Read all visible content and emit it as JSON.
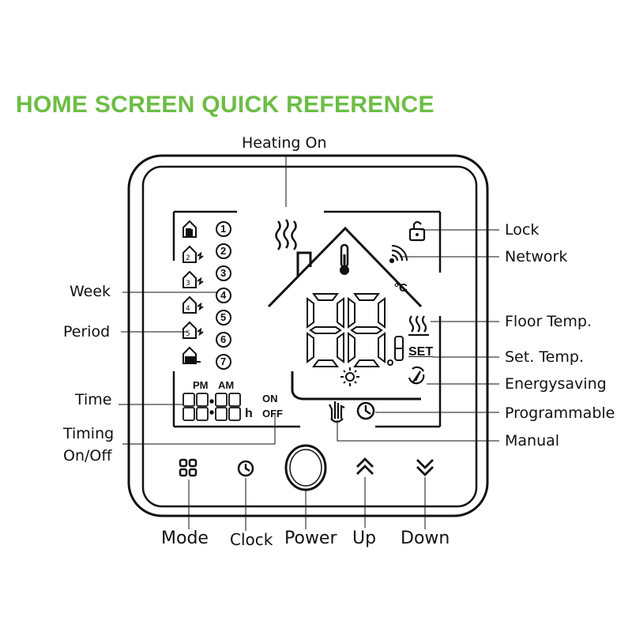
{
  "title": {
    "text": "HOME SCREEN QUICK REFERENCE",
    "color": "#6cbd45"
  },
  "callouts": {
    "heating_on": "Heating On",
    "lock": "Lock",
    "network": "Network",
    "week": "Week",
    "period": "Period",
    "floor_temp": "Floor Temp.",
    "set_temp": "Set. Temp.",
    "energysaving": "Energysaving",
    "time": "Time",
    "programmable": "Programmable",
    "timing_line1": "Timing",
    "timing_line2": "On/Off",
    "manual": "Manual"
  },
  "lcd": {
    "period_numbers": [
      "1",
      "2",
      "3",
      "4",
      "5",
      "6",
      "7"
    ],
    "pm": "PM",
    "am": "AM",
    "on": "ON",
    "off": "OFF",
    "hour_unit": "h",
    "set_badge": "SET",
    "degree_c": "°C"
  },
  "buttons": {
    "mode": "Mode",
    "clock": "Clock",
    "power": "Power",
    "up": "Up",
    "down": "Down"
  }
}
